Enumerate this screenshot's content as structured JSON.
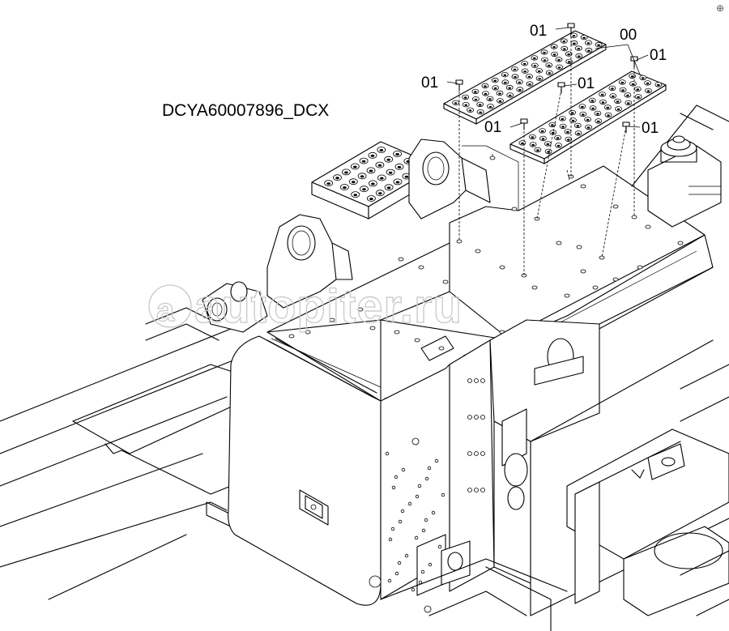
{
  "drawing": {
    "id": "DCYA60007896_DCX",
    "corner_mark": "⊕"
  },
  "watermark": {
    "text": "autopiter.ru"
  },
  "callouts": [
    {
      "key": "c1",
      "text": "01"
    },
    {
      "key": "c2",
      "text": "00"
    },
    {
      "key": "c3",
      "text": "01"
    },
    {
      "key": "c4",
      "text": "01"
    },
    {
      "key": "c5",
      "text": "01"
    },
    {
      "key": "c6",
      "text": "01"
    },
    {
      "key": "c7",
      "text": "01"
    }
  ]
}
